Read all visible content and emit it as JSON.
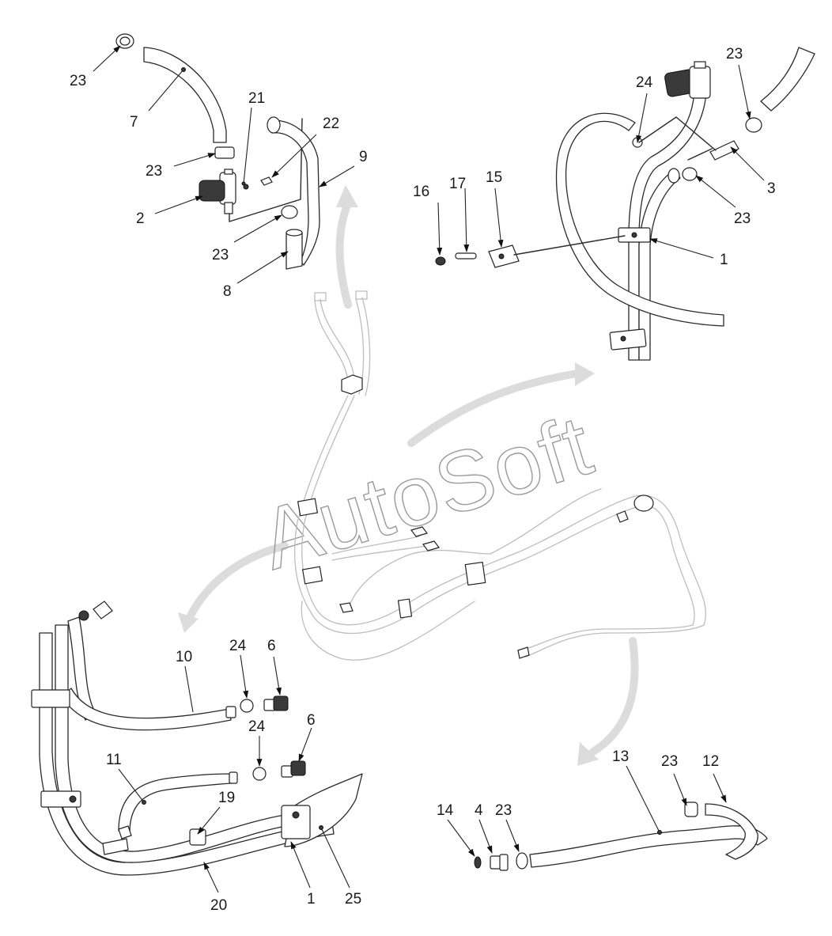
{
  "watermark": "AutoSoft",
  "callouts": {
    "tl_23a": "23",
    "tl_7": "7",
    "tl_21": "21",
    "tl_22": "22",
    "tl_9": "9",
    "tl_23b": "23",
    "tl_2": "2",
    "tl_23c": "23",
    "tl_8": "8",
    "tr_23a": "23",
    "tr_24": "24",
    "tr_3": "3",
    "tr_23b": "23",
    "tr_16": "16",
    "tr_17": "17",
    "tr_15": "15",
    "tr_1": "1",
    "bl_10": "10",
    "bl_24a": "24",
    "bl_6a": "6",
    "bl_24b": "24",
    "bl_6b": "6",
    "bl_11": "11",
    "bl_19": "19",
    "bl_20": "20",
    "bl_1": "1",
    "bl_25": "25",
    "br_13": "13",
    "br_23a": "23",
    "br_12": "12",
    "br_14": "14",
    "br_4": "4",
    "br_23b": "23"
  }
}
